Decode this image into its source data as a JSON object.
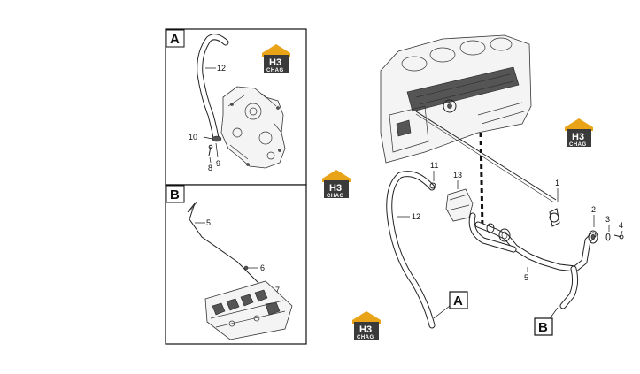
{
  "panels": {
    "a": {
      "letter": "A"
    },
    "b": {
      "letter": "B"
    }
  },
  "callouts": {
    "main_a": "A",
    "main_b": "B"
  },
  "labels": {
    "a_12": "12",
    "a_10": "10",
    "a_9": "9",
    "a_8": "8",
    "b_5": "5",
    "b_6": "6",
    "b_7": "7",
    "m_11": "11",
    "m_13": "13",
    "m_12": "12",
    "m_1": "1",
    "m_2": "2",
    "m_3": "3",
    "m_4": "4",
    "m_5": "5"
  },
  "watermark": {
    "main": "H3",
    "sub": "CHAG",
    "colors": {
      "roof": "#e8a317",
      "body": "#3a3a3a"
    }
  }
}
